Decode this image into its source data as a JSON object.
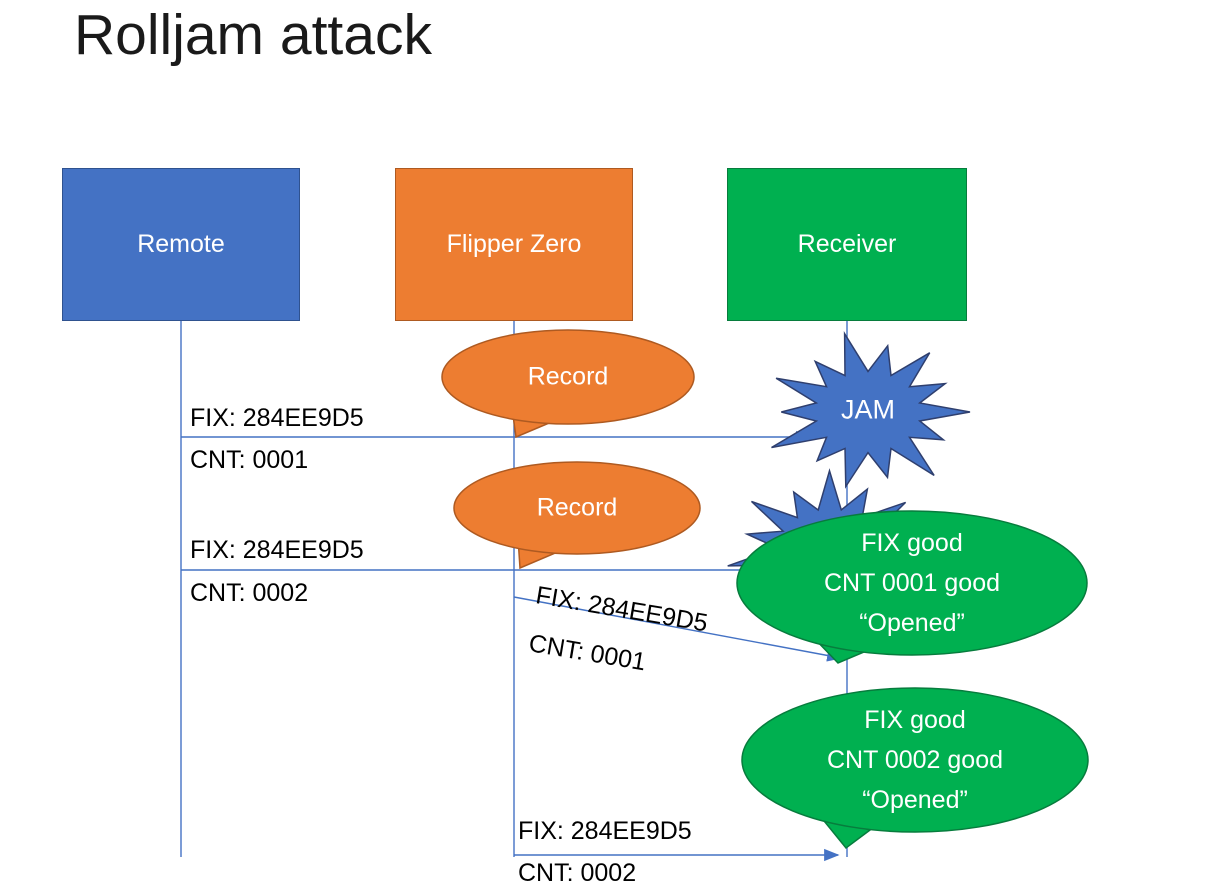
{
  "title": "Rolljam attack",
  "colors": {
    "remote_blue": "#4472C4",
    "flipper_orange": "#ED7D31",
    "receiver_green": "#00B050",
    "line_blue": "#4472C4",
    "text_black": "#000000"
  },
  "actors": [
    {
      "label": "Remote"
    },
    {
      "label": "Flipper Zero"
    },
    {
      "label": "Receiver"
    }
  ],
  "messages": [
    {
      "fix": "FIX: 284EE9D5",
      "cnt": "CNT: 0001"
    },
    {
      "fix": "FIX: 284EE9D5",
      "cnt": "CNT: 0002"
    },
    {
      "fix": "FIX: 284EE9D5",
      "cnt": "CNT: 0001"
    },
    {
      "fix": "FIX: 284EE9D5",
      "cnt": "CNT: 0002"
    }
  ],
  "callouts": {
    "record1": "Record",
    "record2": "Record",
    "jam": "JAM",
    "green1": [
      "FIX good",
      "CNT 0001 good",
      "“Opened”"
    ],
    "green2": [
      "FIX good",
      "CNT 0002 good",
      "“Opened”"
    ]
  }
}
